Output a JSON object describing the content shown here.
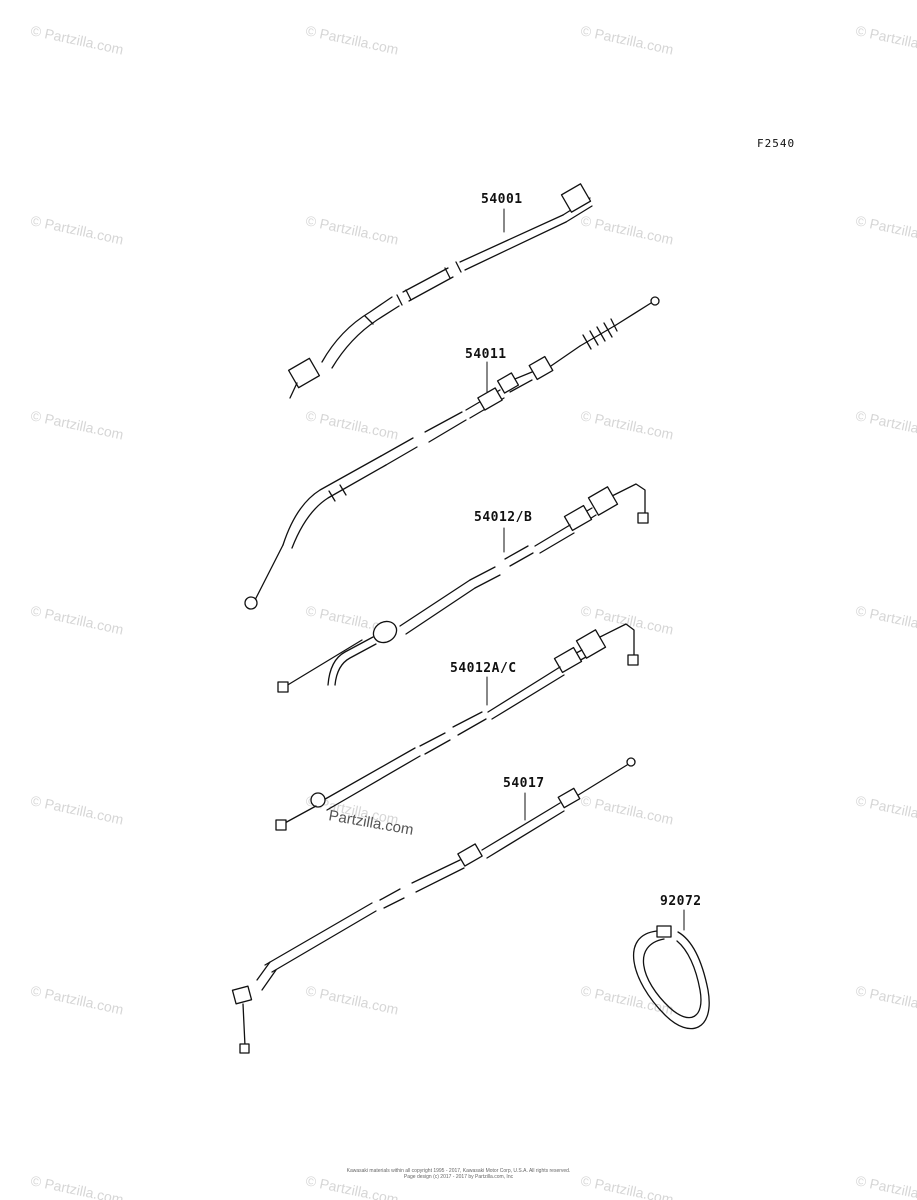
{
  "diagram_code": "F2540",
  "parts": [
    {
      "part_number": "54001"
    },
    {
      "part_number": "54011"
    },
    {
      "part_number": "54012/B"
    },
    {
      "part_number": "54012A/C"
    },
    {
      "part_number": "54017"
    },
    {
      "part_number": "92072"
    }
  ],
  "watermark": {
    "text": "© Partzilla.com",
    "center_text": "Partzilla.com"
  },
  "copyright": {
    "line1": "Kawasaki materials within all copyright 1995 - 2017, Kawasaki Motor Corp, U.S.A. All rights reserved.",
    "line2": "Page design (c) 2017 - 2017 by Partzilla.com, Inc"
  }
}
